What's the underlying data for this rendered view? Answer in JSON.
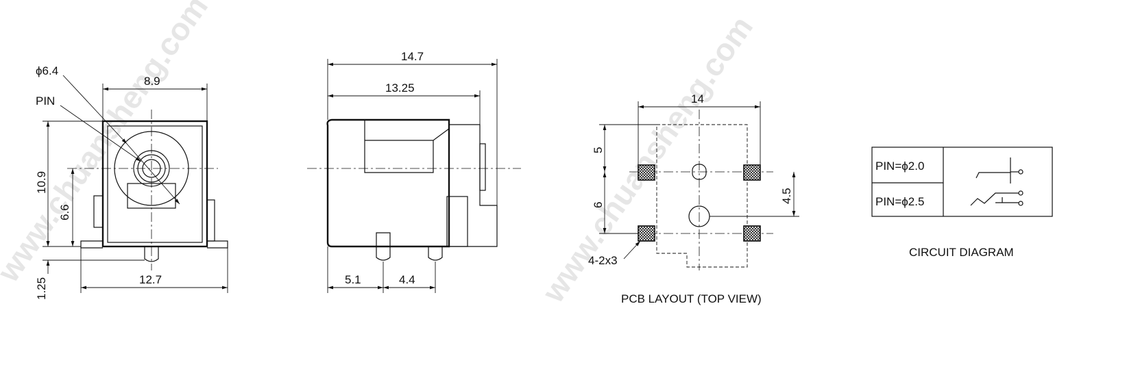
{
  "watermark": "www.chuansheng.com",
  "front_view": {
    "phi": "ϕ6.4",
    "pin": "PIN",
    "width": "8.9",
    "height": "10.9",
    "center_height": "6.6",
    "base_width": "12.7",
    "base_thickness": "1.25"
  },
  "side_view": {
    "total_length": "14.7",
    "body_length": "13.25",
    "pin_spacing_1": "5.1",
    "pin_spacing_2": "4.4"
  },
  "pcb_layout": {
    "width": "14",
    "top_spacing": "5",
    "bottom_spacing": "6",
    "right_spacing": "4.5",
    "pad_size": "4-2x3",
    "caption": "PCB LAYOUT (TOP VIEW)"
  },
  "circuit": {
    "pin1": "PIN=ϕ2.0",
    "pin2": "PIN=ϕ2.5",
    "caption": "CIRCUIT DIAGRAM"
  }
}
